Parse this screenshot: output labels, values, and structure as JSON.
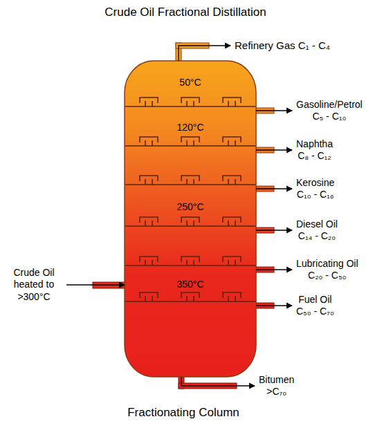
{
  "diagram": {
    "title": "Crude Oil Fractional Distillation",
    "caption": "Fractionating Column",
    "nodes": [
      {
        "text": [
          "50°C",
          "120°C",
          "250°C",
          "350°C"
        ]
      },
      {
        "text": [
          "Refinery Gas C₁ - C₄"
        ]
      },
      {
        "text": [
          "Gasoline/Petrol",
          "C₅ - C₁₀"
        ]
      },
      {
        "text": [
          "Naphtha",
          "C₈ - C₁₂"
        ]
      },
      {
        "text": [
          "Kerosine",
          "C₁₀ - C₁₆"
        ]
      },
      {
        "text": [
          "Diesel Oil",
          "C₁₄ - C₂₀"
        ]
      },
      {
        "text": [
          "Lubricating Oil",
          "C₂₀ - C₅₀"
        ]
      },
      {
        "text": [
          "Fuel Oil",
          "C₅₀ - C₇₀"
        ]
      },
      {
        "text": [
          "Bitumen",
          ">C₇₀"
        ]
      },
      {
        "text": [
          "Crude Oil heated to >300°C"
        ]
      }
    ],
    "edges": [
      {
        "from": 9,
        "to": 0,
        "arrow": "to"
      },
      {
        "from": 0,
        "to": 1,
        "arrow": "to"
      },
      {
        "from": 0,
        "to": 2,
        "arrow": "to"
      },
      {
        "from": 0,
        "to": 3,
        "arrow": "to"
      },
      {
        "from": 0,
        "to": 4,
        "arrow": "to"
      },
      {
        "from": 0,
        "to": 5,
        "arrow": "to"
      },
      {
        "from": 0,
        "to": 6,
        "arrow": "to"
      },
      {
        "from": 0,
        "to": 7,
        "arrow": "to"
      },
      {
        "from": 0,
        "to": 8,
        "arrow": "to"
      }
    ]
  }
}
